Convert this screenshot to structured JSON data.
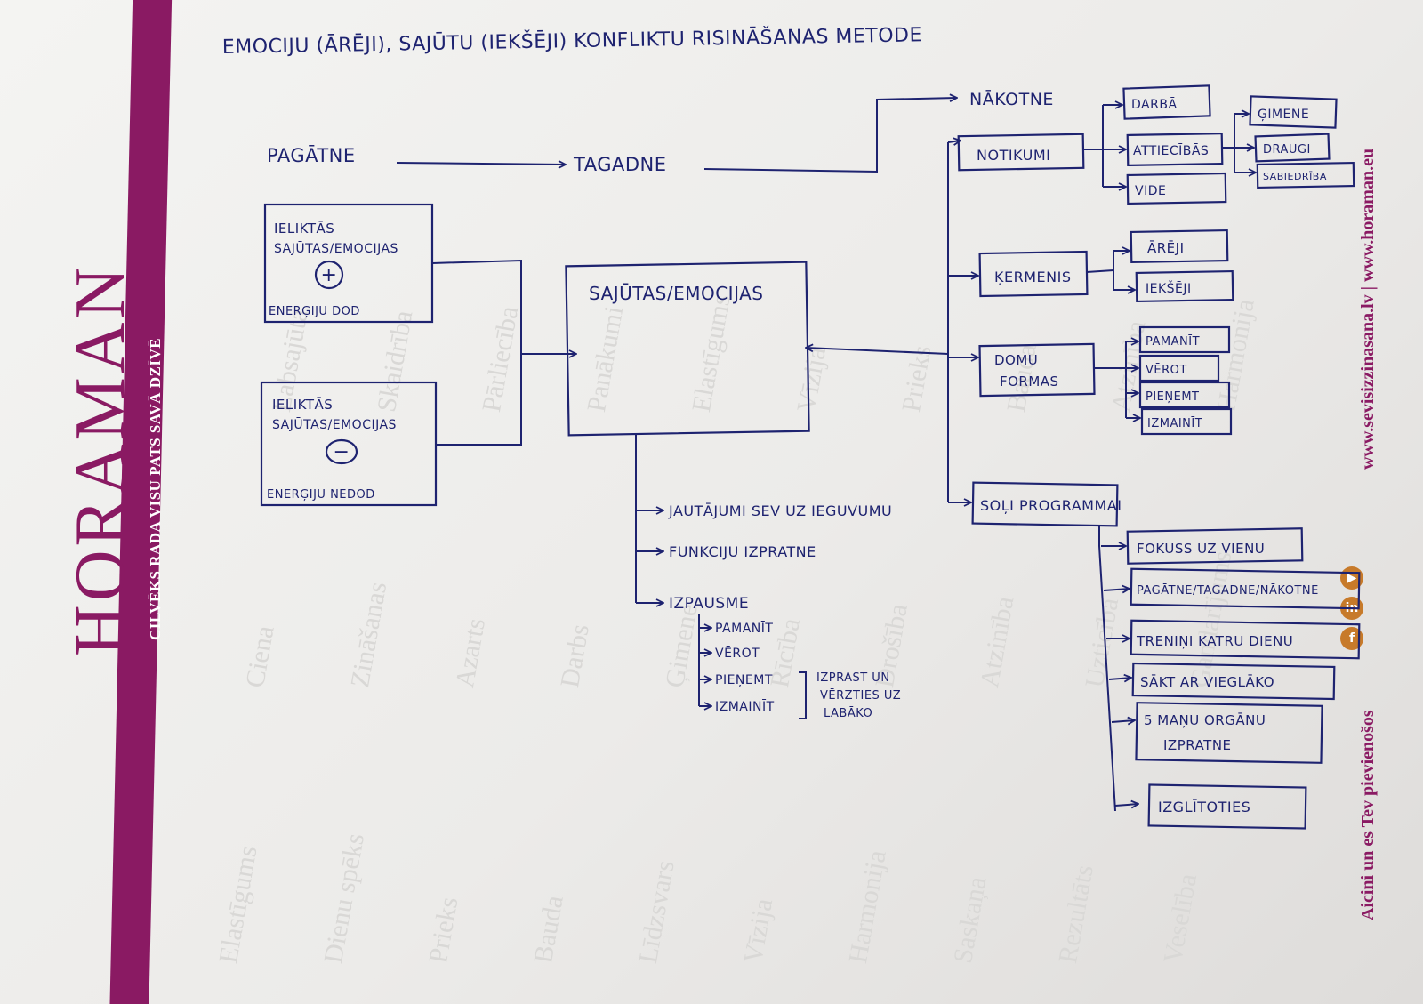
{
  "brand": {
    "logo_text": "HORAMAN",
    "tagline": "CILVĒKS RADA VISU PATS SAVĀ DZĪVĒ",
    "website": "www.sevisizzinasana.lv | www.horaman.eu",
    "join_text": "Aicini un es Tev pievienošos",
    "social_icons": [
      "facebook-icon",
      "linkedin-icon",
      "youtube-icon"
    ],
    "social_glyphs": [
      "f",
      "in",
      "▶"
    ],
    "colors": {
      "brand": "#8a1a63",
      "accent": "#c77a2a",
      "ink": "#1e2370"
    }
  },
  "watermark_words": [
    "Elastīgums",
    "Dienu spēks",
    "Prieks",
    "Bauda",
    "Līdzsvars",
    "Vīzija",
    "Harmonija",
    "Saskaņa",
    "Rezultāts",
    "Veselība",
    "Ciena",
    "Zināšanas",
    "Azarts",
    "Darbs",
    "Ģimene",
    "Rīcība",
    "Drošība",
    "Atzinība",
    "Uzticība",
    "Gandarījums",
    "Labsajūta",
    "Skaidrība",
    "Pārliecība",
    "Panākumi",
    "Elastīgums",
    "Vīzija",
    "Prieks",
    "Bauda",
    "Atzinība",
    "Harmonija"
  ],
  "diagram": {
    "title": "EMOCIJU (ĀRĒJI), SAJŪTU (IEKŠĒJI) KONFLIKTU RISINĀŠANAS METODE",
    "timeline": {
      "past": "PAGĀTNE",
      "present": "TAGADNE",
      "future": "NĀKOTNE"
    },
    "positive_box": {
      "line1": "IELIKTĀS",
      "line2": "SAJŪTAS/EMOCIJAS",
      "sign": "+",
      "footer": "ENERĢIJU DOD"
    },
    "negative_box": {
      "line1": "IELIKTĀS",
      "line2": "SAJŪTAS/EMOCIJAS",
      "sign": "−",
      "footer": "ENERĢIJU NEDOD"
    },
    "center_box": {
      "label": "SAJŪTAS/EMOCIJAS"
    },
    "center_branches": [
      "JAUTĀJUMI SEV UZ IEGUVUMU",
      "FUNKCIJU IZPRATNE",
      "IZPAUSME"
    ],
    "izpausme_steps": [
      "PAMANĪT",
      "VĒROT",
      "PIEŅEMT",
      "IZMAINĪT"
    ],
    "izpausme_note": [
      "IZPRAST UN",
      "VĒRZTIES UZ",
      "LABĀKO"
    ],
    "right_nodes": {
      "events": {
        "label": "NOTIKUMI",
        "children": [
          "DARBĀ",
          "ATTIECĪBĀS",
          "VIDE"
        ],
        "relations": [
          "ĢIMENE",
          "DRAUGI",
          "SABIEDRĪBA"
        ]
      },
      "body": {
        "label": "ĶERMENIS",
        "children": [
          "ĀRĒJI",
          "IEKŠĒJI"
        ]
      },
      "thought_forms": {
        "line1": "DOMU",
        "line2": "FORMAS",
        "children": [
          "PAMANĪT",
          "VĒROT",
          "PIEŅEMT",
          "IZMAINĪT"
        ]
      },
      "step_programs": {
        "label": "SOĻI PROGRAMMAI",
        "children": [
          "FOKUSS UZ VIENU",
          "PAGĀTNE/TAGADNE/NĀKOTNE",
          "TRENIŅI KATRU DIENU",
          "SĀKT AR VIEGLĀKO",
          "5 MAŅU ORGĀNU",
          "IZPRATNE",
          "IZGLĪTOTIES"
        ]
      }
    }
  }
}
